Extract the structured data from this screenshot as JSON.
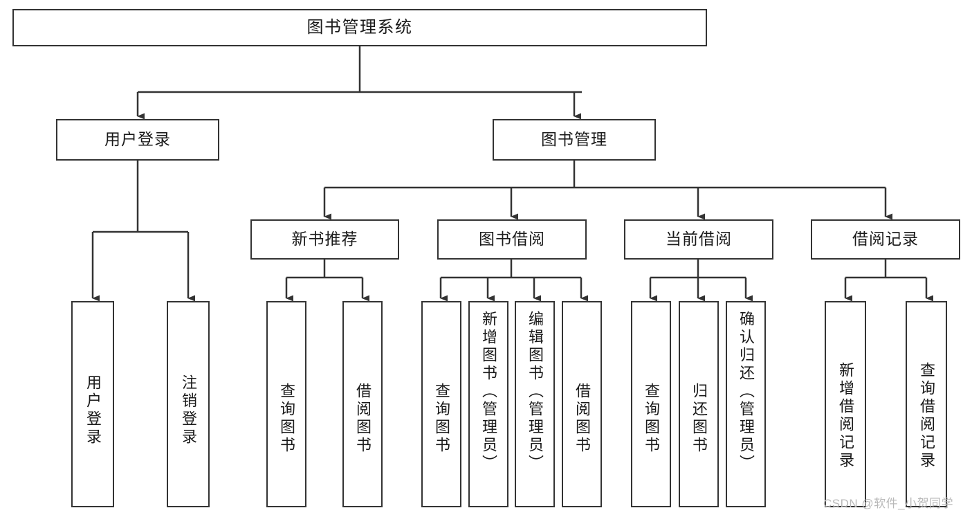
{
  "diagram": {
    "title": "图书管理系统",
    "watermark": "CSDN @软件_小贺同学",
    "colors": {
      "border": "#333333",
      "fill": "#ffffff",
      "text": "#1a1a1a",
      "watermark": "#b9b9b9"
    },
    "nodes": {
      "root": {
        "label": "图书管理系统"
      },
      "level2": [
        {
          "id": "user-login",
          "label": "用户登录"
        },
        {
          "id": "book-manage",
          "label": "图书管理"
        }
      ],
      "level3": [
        {
          "id": "new-book-rec",
          "label": "新书推荐"
        },
        {
          "id": "book-borrow",
          "label": "图书借阅"
        },
        {
          "id": "current-borrow",
          "label": "当前借阅"
        },
        {
          "id": "borrow-record",
          "label": "借阅记录"
        }
      ],
      "leaves": [
        {
          "id": "leaf-user-login",
          "label": "用户登录",
          "parent": "user-login"
        },
        {
          "id": "leaf-logout",
          "label": "注销登录",
          "parent": "user-login"
        },
        {
          "id": "leaf-query-book-1",
          "label": "查询图书",
          "parent": "new-book-rec"
        },
        {
          "id": "leaf-borrow-book-1",
          "label": "借阅图书",
          "parent": "new-book-rec"
        },
        {
          "id": "leaf-query-book-2",
          "label": "查询图书",
          "parent": "book-borrow"
        },
        {
          "id": "leaf-add-book",
          "label": "新增图书（管理员）",
          "parent": "book-borrow"
        },
        {
          "id": "leaf-edit-book",
          "label": "编辑图书（管理员）",
          "parent": "book-borrow"
        },
        {
          "id": "leaf-borrow-book-2",
          "label": "借阅图书",
          "parent": "book-borrow"
        },
        {
          "id": "leaf-query-book-3",
          "label": "查询图书",
          "parent": "current-borrow"
        },
        {
          "id": "leaf-return-book",
          "label": "归还图书",
          "parent": "current-borrow"
        },
        {
          "id": "leaf-confirm-return",
          "label": "确认归还（管理员）",
          "parent": "current-borrow"
        },
        {
          "id": "leaf-add-record",
          "label": "新增借阅记录",
          "parent": "borrow-record"
        },
        {
          "id": "leaf-query-record",
          "label": "查询借阅记录",
          "parent": "borrow-record"
        }
      ]
    }
  }
}
